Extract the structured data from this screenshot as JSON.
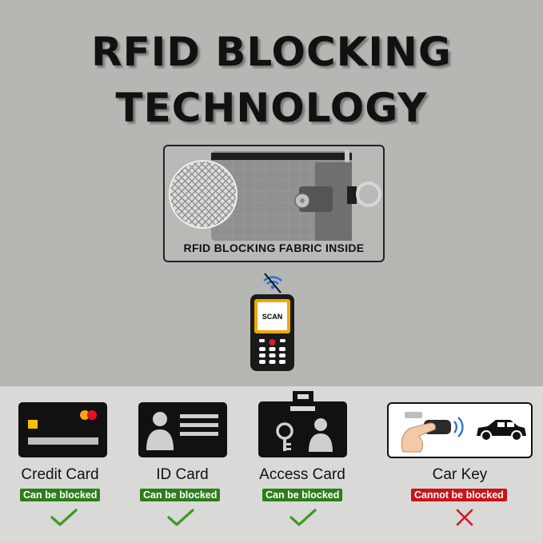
{
  "title": {
    "line1": "RFID BLOCKING",
    "line2": "TECHNOLOGY"
  },
  "fabric": {
    "caption": "RFID BLOCKING FABRIC INSIDE"
  },
  "scanner": {
    "screen_text": "SCAN",
    "icon": "rfid-scanner-icon"
  },
  "colors": {
    "top_bg": "#b6b6b3",
    "bottom_bg": "#d9d9d7",
    "ok": "#2d7d1a",
    "bad": "#c8141a",
    "scanner": "#f0a800"
  },
  "cards": [
    {
      "label": "Credit Card",
      "status": "Can be blocked",
      "blocked": true,
      "icon": "credit-card-icon"
    },
    {
      "label": "ID Card",
      "status": "Can be blocked",
      "blocked": true,
      "icon": "id-card-icon"
    },
    {
      "label": "Access Card",
      "status": "Can be blocked",
      "blocked": true,
      "icon": "access-card-icon"
    },
    {
      "label": "Car Key",
      "status": "Cannot be blocked",
      "blocked": false,
      "icon": "car-key-icon"
    }
  ]
}
